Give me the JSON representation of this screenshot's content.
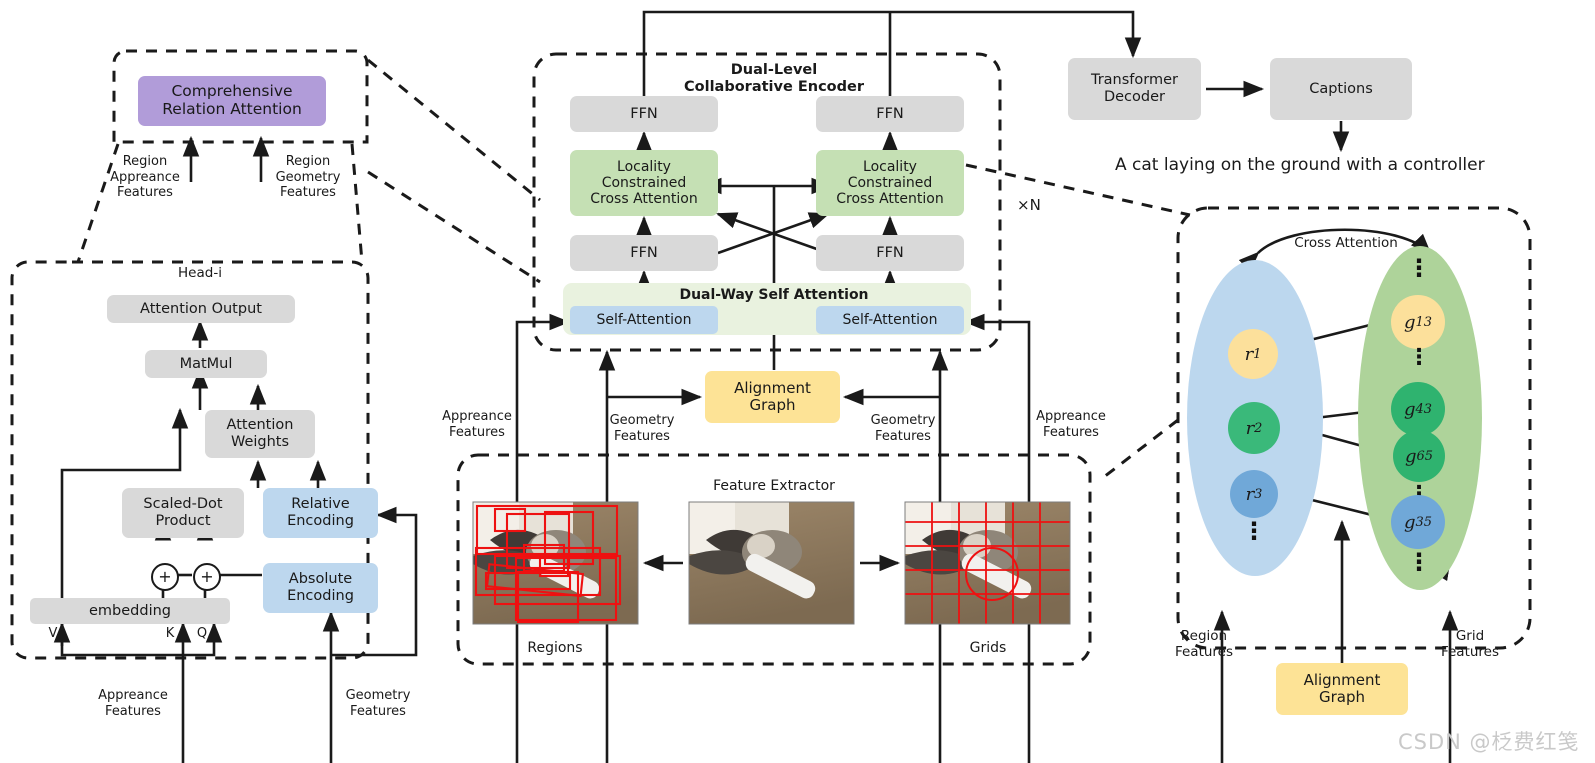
{
  "diagram": {
    "title": "Dual-Level Collaborative Encoder image captioning architecture"
  },
  "left_module": {
    "comprehensive_relation_attention": "Comprehensive\nRelation Attention",
    "region_appearance_features": "Region\nAppreance\nFeatures",
    "region_geometry_features": "Region\nGeometry\nFeatures",
    "head_label": "Head-i",
    "attention_output": "Attention Output",
    "matmul": "MatMul",
    "attention_weights": "Attention\nWeights",
    "scaled_dot_product": "Scaled-Dot\nProduct",
    "relative_encoding": "Relative\nEncoding",
    "absolute_encoding": "Absolute\nEncoding",
    "embedding": "embedding",
    "v_label": "V",
    "k_label": "K",
    "q_label": "Q",
    "appearance_features": "Appreance\nFeatures",
    "geometry_features": "Geometry\nFeatures",
    "plus_sign": "+"
  },
  "encoder": {
    "title": "Dual-Level\nCollaborative Encoder",
    "ffn_top_left": "FFN",
    "ffn_top_right": "FFN",
    "locality_left": "Locality\nConstrained\nCross Attention",
    "locality_right": "Locality\nConstrained\nCross Attention",
    "ffn_mid_left": "FFN",
    "ffn_mid_right": "FFN",
    "dual_way_self_attention": "Dual-Way Self Attention",
    "self_attention_left": "Self-Attention",
    "self_attention_right": "Self-Attention",
    "repeat_label": "×N",
    "alignment_graph": "Alignment\nGraph",
    "appearance_features_left": "Appreance\nFeatures",
    "geometry_features_left": "Geometry\nFeatures",
    "geometry_features_right": "Geometry\nFeatures",
    "appearance_features_right": "Appreance\nFeatures"
  },
  "feature_extractor": {
    "title": "Feature Extractor",
    "regions_label": "Regions",
    "grids_label": "Grids"
  },
  "decoder": {
    "transformer_decoder": "Transformer\nDecoder",
    "captions": "Captions",
    "caption_text": "A cat laying on the ground with a controller"
  },
  "graph_module": {
    "cross_attention": "Cross Attention",
    "region_nodes": [
      {
        "base": "r",
        "sub": "1",
        "color": "#fce09b"
      },
      {
        "base": "r",
        "sub": "2",
        "color": "#3ab97a"
      },
      {
        "base": "r",
        "sub": "3",
        "color": "#70a8d8"
      }
    ],
    "grid_nodes": [
      {
        "base": "g",
        "sub": "13",
        "color": "#fce09b"
      },
      {
        "base": "g",
        "sub": "43",
        "color": "#2fb36f"
      },
      {
        "base": "g",
        "sub": "65",
        "color": "#2fb36f"
      },
      {
        "base": "g",
        "sub": "35",
        "color": "#70a8d8"
      }
    ],
    "region_features": "Region\nFeatures",
    "grid_features": "Grid\nFeatures",
    "alignment_graph": "Alignment\nGraph",
    "vertical_dots": "⋮"
  },
  "watermark": {
    "text": "CSDN @柉费红笺"
  },
  "colors": {
    "gray_box": "#d9d9d9",
    "purple_box": "#b19cd9",
    "green_box": "#c5e0b4",
    "blue_box": "#bdd7ee",
    "yellow_box": "#fde396",
    "band_green": "#e9f2df",
    "region_ellipse": "#bcd7ee",
    "grid_ellipse": "#aed39a",
    "line": "#1a1a1a",
    "bbox_red": "#ee1111"
  }
}
